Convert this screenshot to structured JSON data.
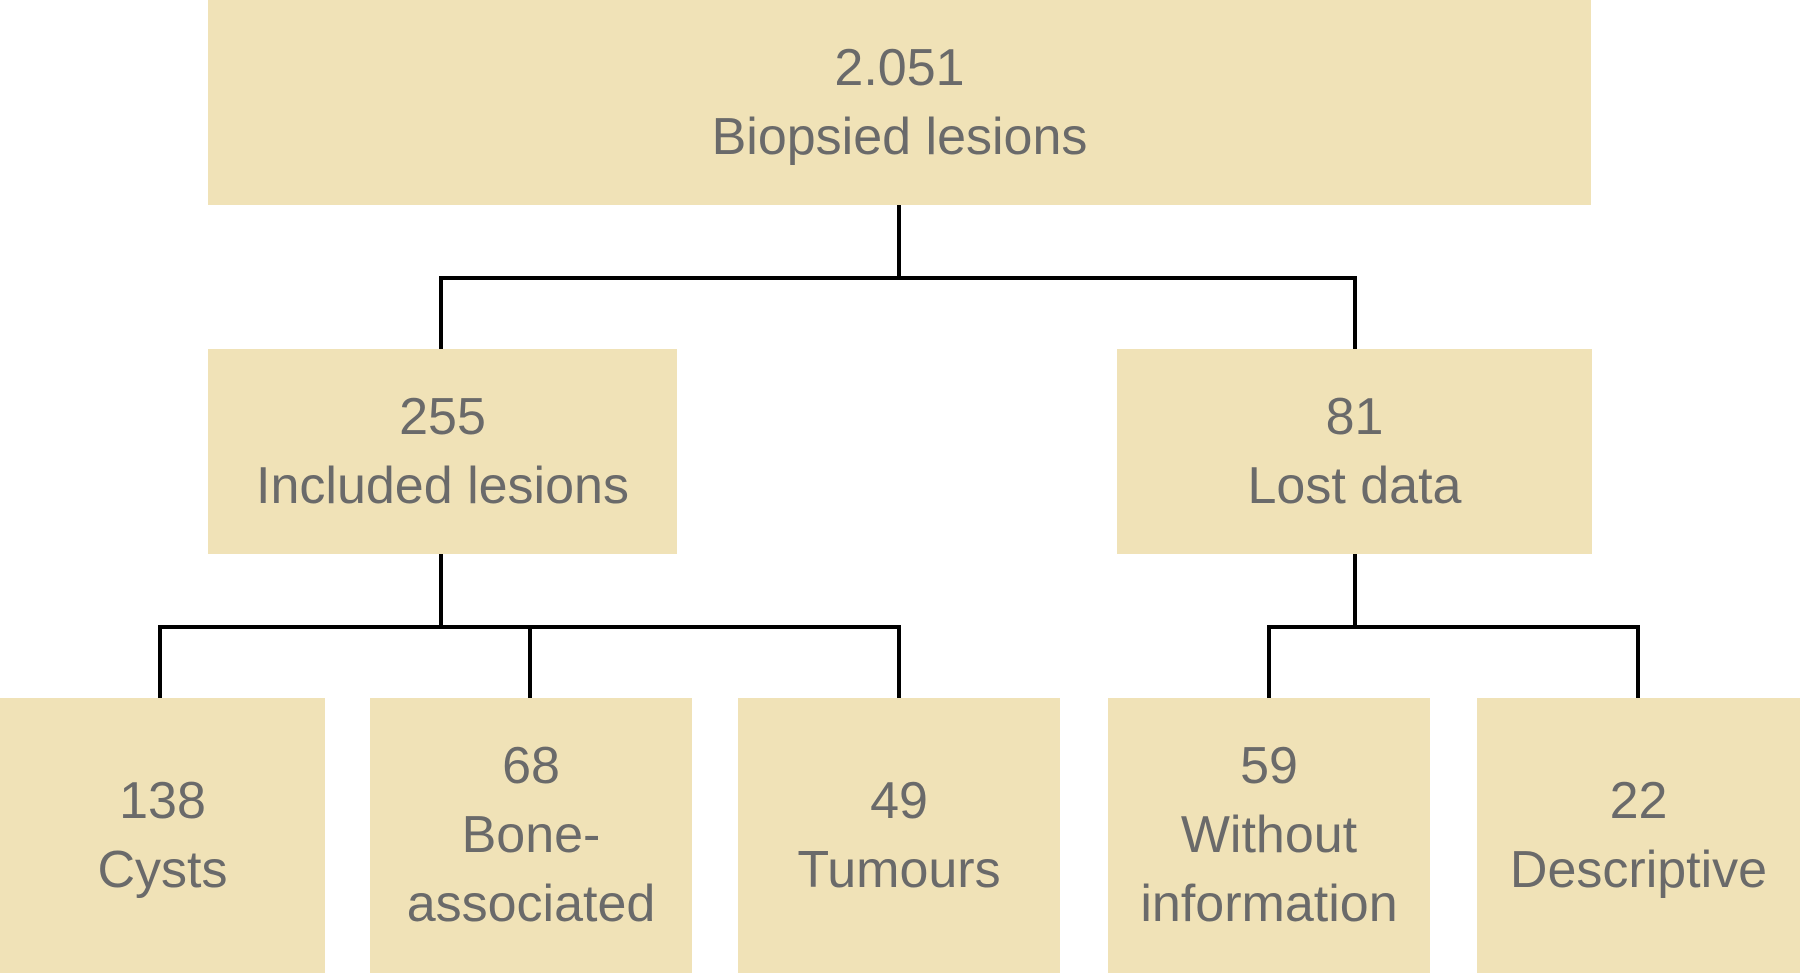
{
  "figure": {
    "type": "flowchart",
    "background_color": "#ffffff",
    "node_fill_color": "#f0e2b7",
    "node_text_color": "#6a6a6a",
    "connector_color": "#000000"
  },
  "nodes": {
    "root": {
      "number": "2.051",
      "label": "Biopsied lesions"
    },
    "included": {
      "number": "255",
      "label": "Included lesions"
    },
    "lost": {
      "number": "81",
      "label": "Lost data"
    },
    "cysts": {
      "number": "138",
      "label": "Cysts"
    },
    "bone": {
      "number": "68",
      "label": "Bone-\nassociated"
    },
    "tumours": {
      "number": "49",
      "label": "Tumours"
    },
    "without": {
      "number": "59",
      "label": "Without\ninformation"
    },
    "descriptive": {
      "number": "22",
      "label": "Descriptive"
    }
  }
}
